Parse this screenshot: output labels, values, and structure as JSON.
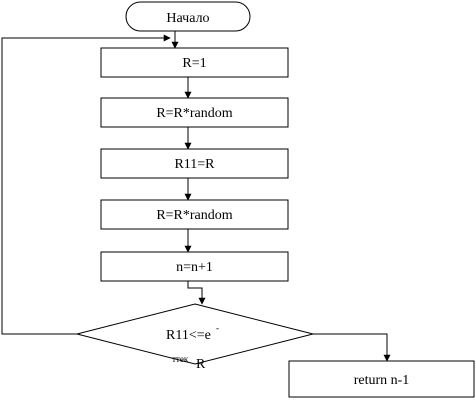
{
  "flowchart": {
    "start": "Начало",
    "steps": [
      "R=1",
      "R=R*random",
      "R11=R",
      "R=R*random",
      "n=n+1"
    ],
    "decision": {
      "line1": "R11<=e",
      "superscript": "-",
      "subscript": "ттек",
      "line2": "R"
    },
    "end": "return n-1"
  },
  "colors": {
    "stroke": "#000000",
    "fill": "#ffffff"
  }
}
